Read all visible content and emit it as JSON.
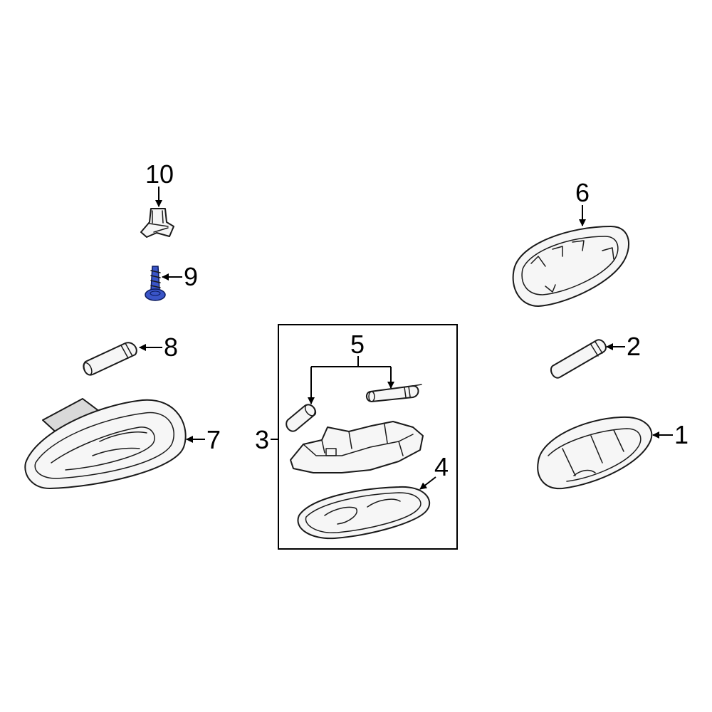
{
  "callouts": {
    "c1": "1",
    "c2": "2",
    "c3": "3",
    "c4": "4",
    "c5": "5",
    "c6": "6",
    "c7": "7",
    "c8": "8",
    "c9": "9",
    "c10": "10"
  },
  "colors": {
    "highlight": "#3a55c8",
    "line": "#1a1a1a",
    "background": "#ffffff"
  }
}
